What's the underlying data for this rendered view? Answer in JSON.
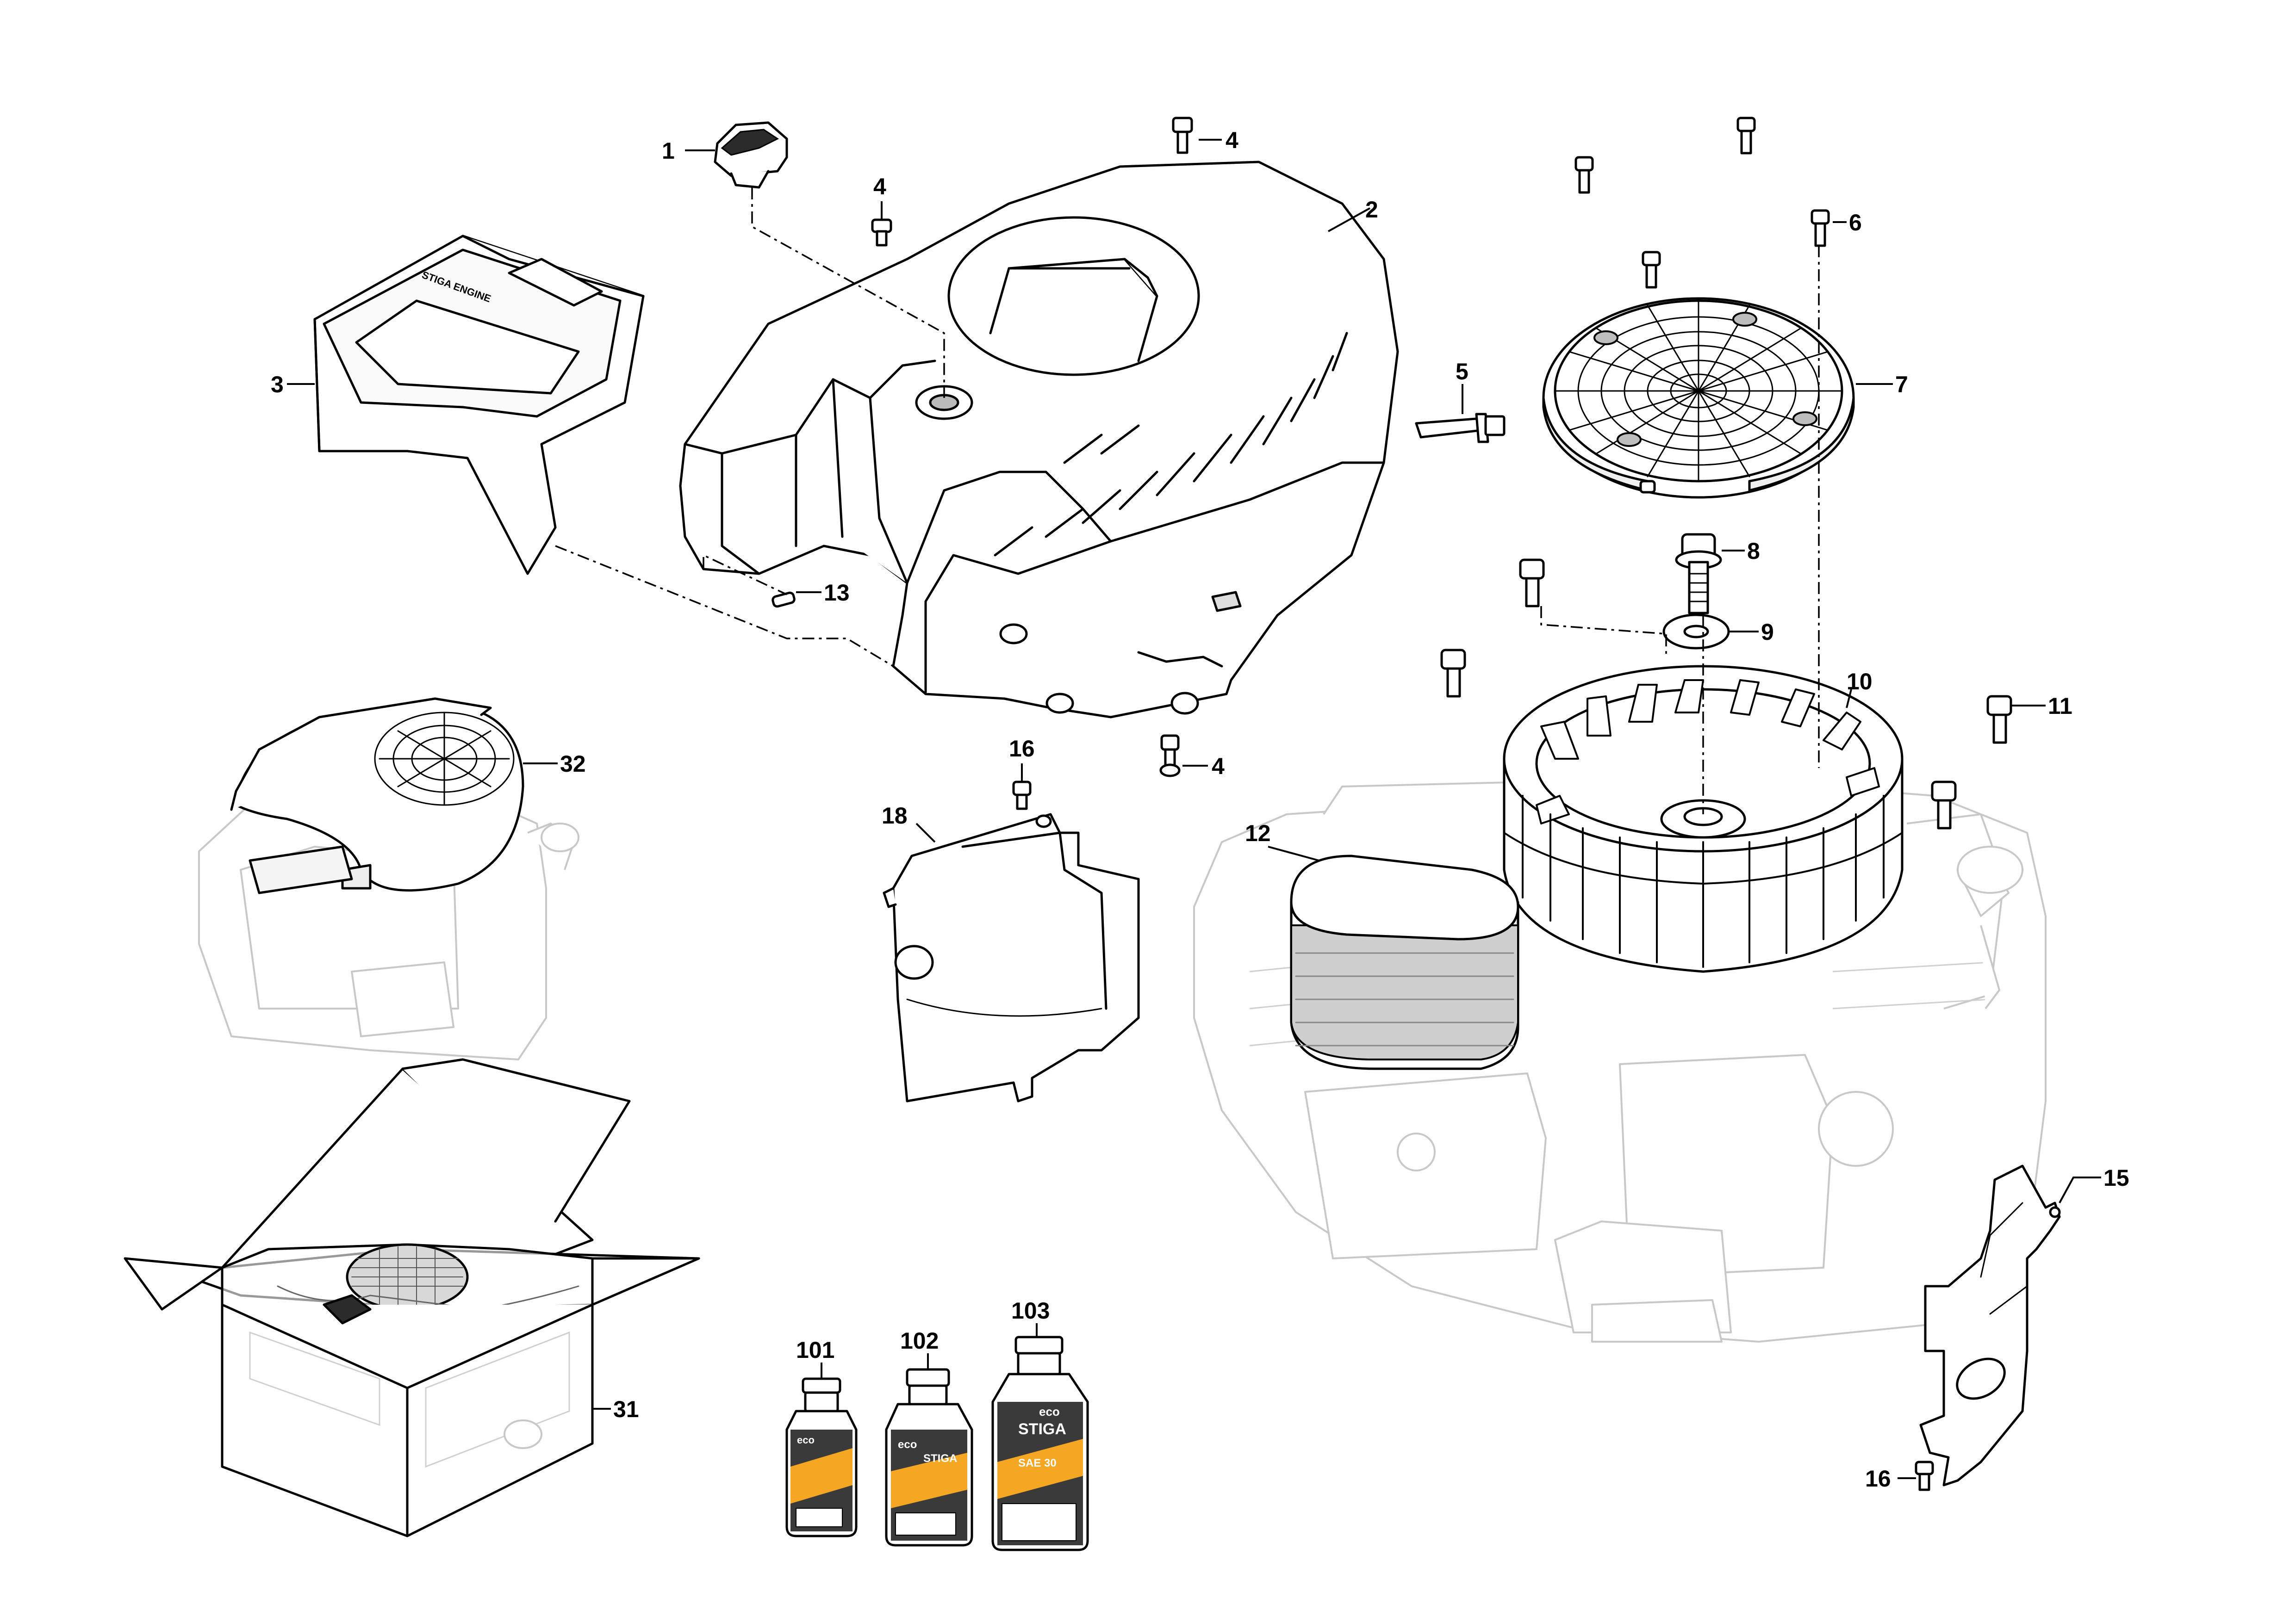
{
  "callouts": {
    "c1": "1",
    "c2": "2",
    "c3": "3",
    "c4a": "4",
    "c4b": "4",
    "c4c": "4",
    "c5": "5",
    "c6": "6",
    "c7": "7",
    "c8": "8",
    "c9": "9",
    "c10": "10",
    "c11": "11",
    "c12": "12",
    "c13": "13",
    "c15": "15",
    "c16a": "16",
    "c16b": "16",
    "c18": "18",
    "c31": "31",
    "c32": "32",
    "c101": "101",
    "c102": "102",
    "c103": "103"
  },
  "bottles": {
    "brand": "STIGA",
    "eco": "eco",
    "grade": "SAE 30"
  },
  "colors": {
    "line": "#000000",
    "ghost": "#c8c8c8",
    "bottle_body": "#3a3a3a",
    "bottle_accent": "#f5a623"
  }
}
